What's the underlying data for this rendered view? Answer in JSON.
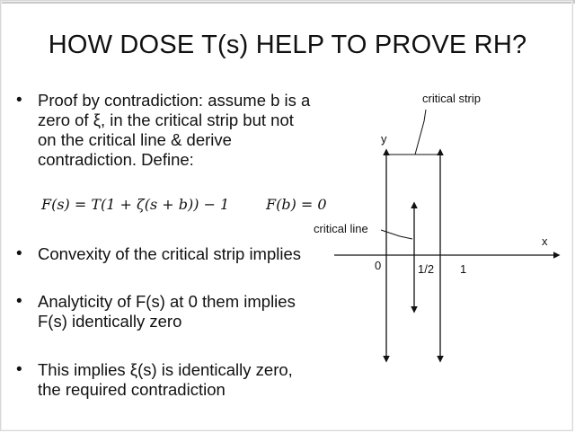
{
  "title": "HOW DOSE T(s) HELP TO PROVE RH?",
  "bullets": [
    {
      "symbol": "•",
      "lines": [
        "Proof by contradiction: assume b is a",
        "zero of ξ, in the critical strip but not",
        "on the critical line & derive",
        "contradiction. Define:"
      ]
    },
    {
      "symbol": "•",
      "lines": [
        "Convexity of the critical strip implies"
      ]
    },
    {
      "symbol": "•",
      "lines": [
        "Analyticity of F(s) at 0 them implies",
        "F(s) identically zero"
      ]
    },
    {
      "symbol": "•",
      "lines": [
        "This implies ξ(s) is identically zero,",
        "the required contradiction"
      ]
    }
  ],
  "formulas": {
    "definition": "F(s) = T(1 + ζ(s + b)) − 1",
    "condition": "F(b) = 0"
  },
  "diagram": {
    "critical_strip_label": "critical strip",
    "critical_line_label": "critical line",
    "y_axis_label": "y",
    "x_axis_label": "x",
    "origin_label": "0",
    "half_label": "1/2",
    "one_label": "1"
  }
}
